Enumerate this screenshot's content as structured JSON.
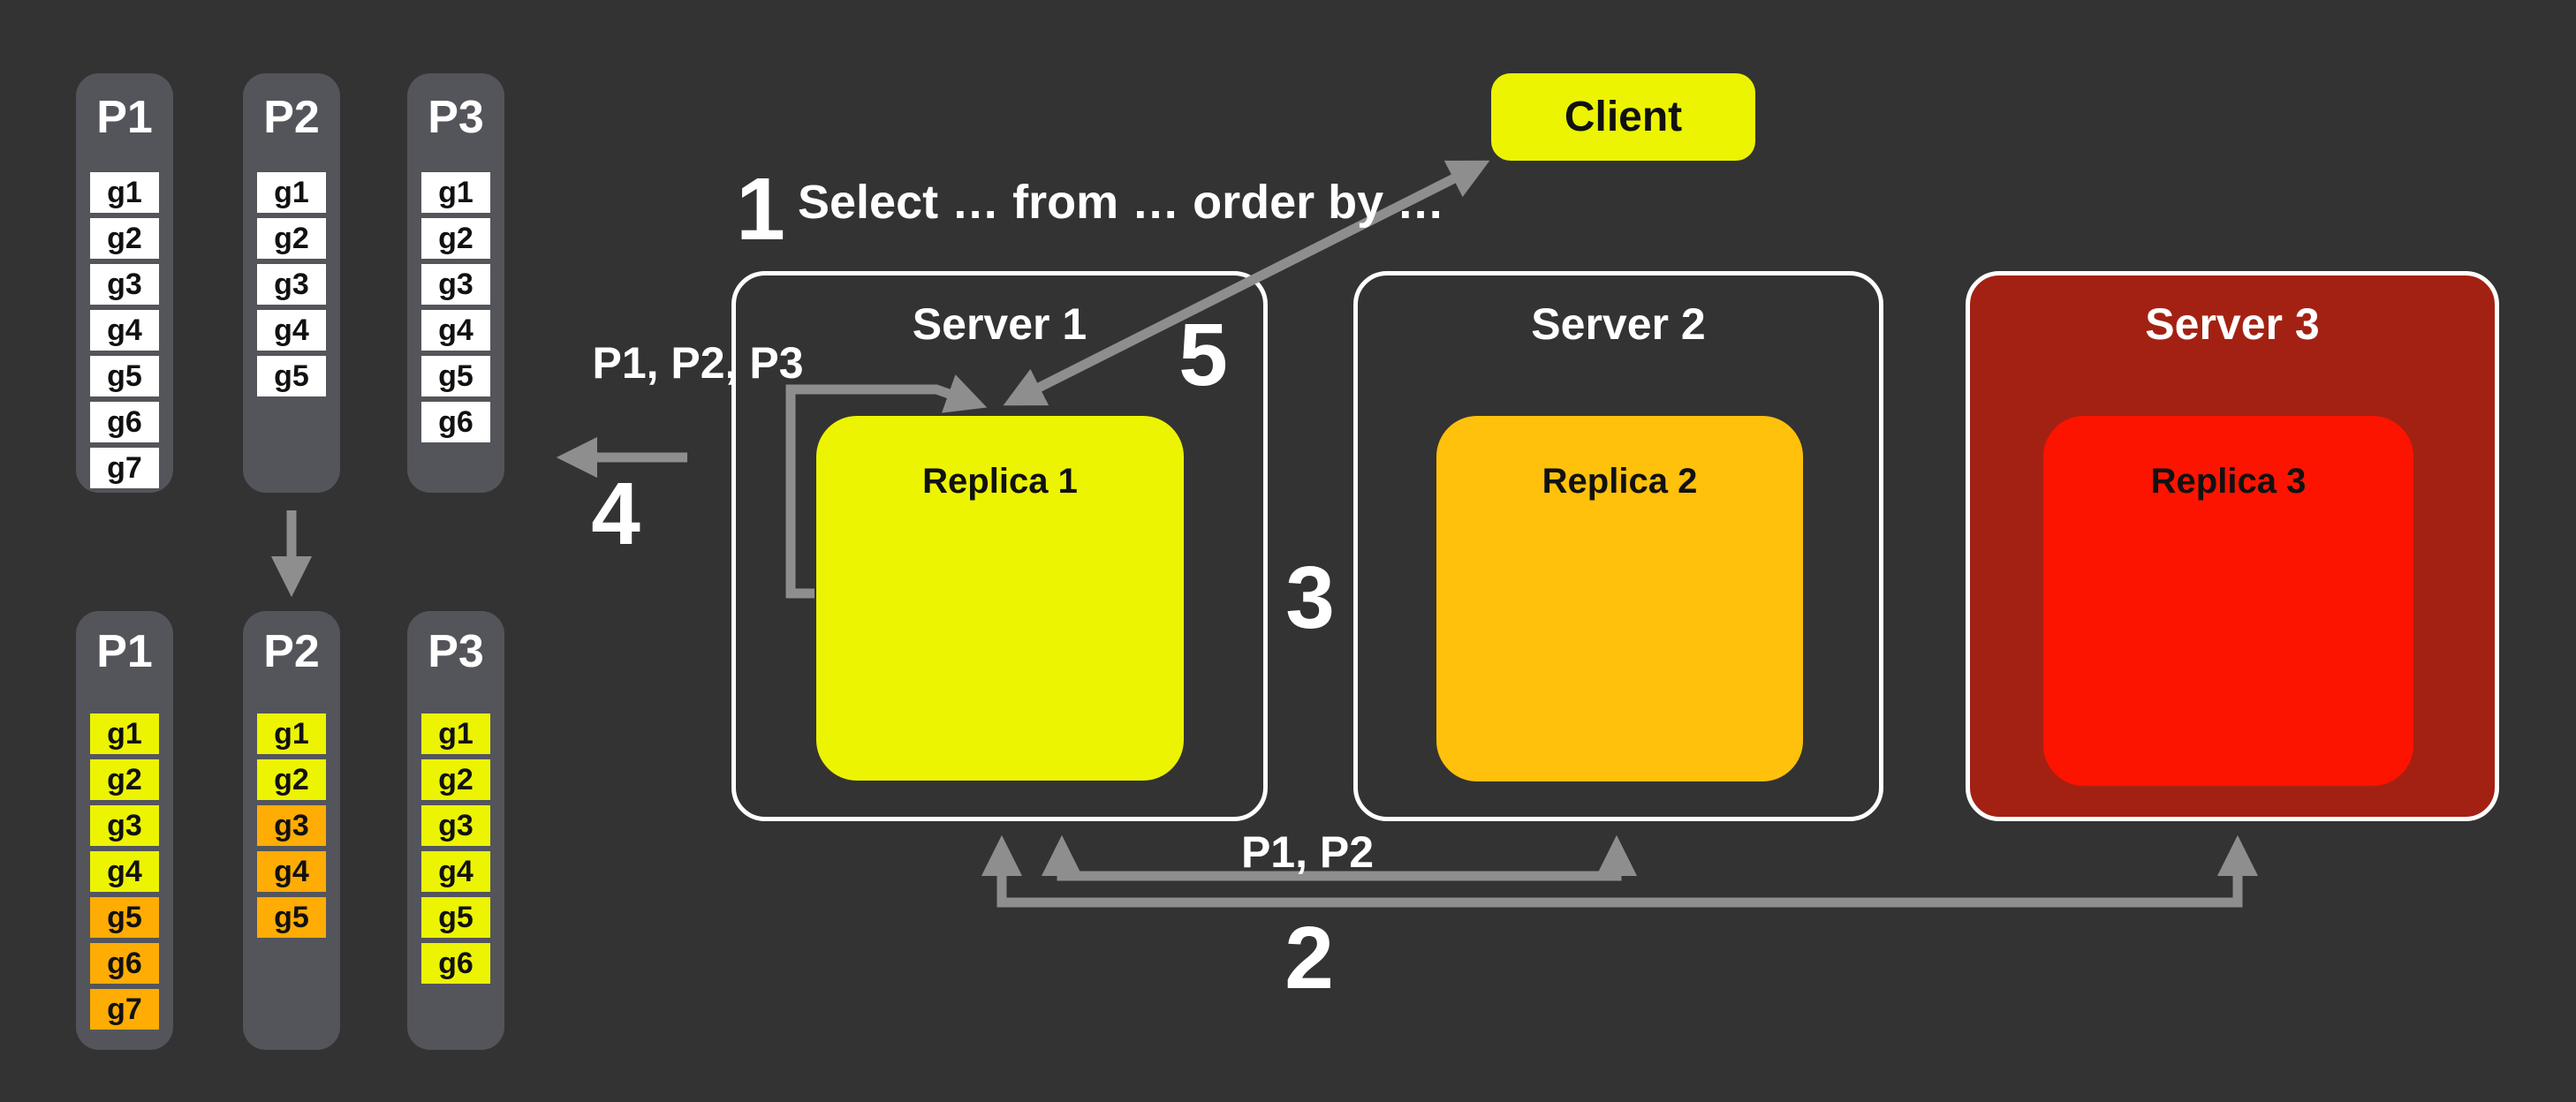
{
  "colors": {
    "background": "#333333",
    "panel_gray": "#54555a",
    "cell_white": "#ffffff",
    "yellow": "#ecf402",
    "orange": "#ffac04",
    "amber": "#ffc10b",
    "red": "#fc1400",
    "dark_red": "#a32113",
    "arrow_gray": "#8e8e8e",
    "server_border": "#ffffff",
    "text_light": "#ffffff",
    "text_dark": "#111111"
  },
  "partitions_before": {
    "p1": {
      "title": "P1",
      "cells": [
        {
          "label": "g1",
          "tone": "white"
        },
        {
          "label": "g2",
          "tone": "white"
        },
        {
          "label": "g3",
          "tone": "white"
        },
        {
          "label": "g4",
          "tone": "white"
        },
        {
          "label": "g5",
          "tone": "white"
        },
        {
          "label": "g6",
          "tone": "white"
        },
        {
          "label": "g7",
          "tone": "white"
        }
      ]
    },
    "p2": {
      "title": "P2",
      "cells": [
        {
          "label": "g1",
          "tone": "white"
        },
        {
          "label": "g2",
          "tone": "white"
        },
        {
          "label": "g3",
          "tone": "white"
        },
        {
          "label": "g4",
          "tone": "white"
        },
        {
          "label": "g5",
          "tone": "white"
        }
      ]
    },
    "p3": {
      "title": "P3",
      "cells": [
        {
          "label": "g1",
          "tone": "white"
        },
        {
          "label": "g2",
          "tone": "white"
        },
        {
          "label": "g3",
          "tone": "white"
        },
        {
          "label": "g4",
          "tone": "white"
        },
        {
          "label": "g5",
          "tone": "white"
        },
        {
          "label": "g6",
          "tone": "white"
        }
      ]
    }
  },
  "partitions_after": {
    "p1": {
      "title": "P1",
      "cells": [
        {
          "label": "g1",
          "tone": "yellow"
        },
        {
          "label": "g2",
          "tone": "yellow"
        },
        {
          "label": "g3",
          "tone": "yellow"
        },
        {
          "label": "g4",
          "tone": "yellow"
        },
        {
          "label": "g5",
          "tone": "orange"
        },
        {
          "label": "g6",
          "tone": "orange"
        },
        {
          "label": "g7",
          "tone": "orange"
        }
      ]
    },
    "p2": {
      "title": "P2",
      "cells": [
        {
          "label": "g1",
          "tone": "yellow"
        },
        {
          "label": "g2",
          "tone": "yellow"
        },
        {
          "label": "g3",
          "tone": "orange"
        },
        {
          "label": "g4",
          "tone": "orange"
        },
        {
          "label": "g5",
          "tone": "orange"
        }
      ]
    },
    "p3": {
      "title": "P3",
      "cells": [
        {
          "label": "g1",
          "tone": "yellow"
        },
        {
          "label": "g2",
          "tone": "yellow"
        },
        {
          "label": "g3",
          "tone": "yellow"
        },
        {
          "label": "g4",
          "tone": "yellow"
        },
        {
          "label": "g5",
          "tone": "yellow"
        },
        {
          "label": "g6",
          "tone": "yellow"
        }
      ]
    }
  },
  "client": {
    "label": "Client"
  },
  "servers": {
    "server1": {
      "title": "Server 1",
      "replica_label": "Replica 1"
    },
    "server2": {
      "title": "Server 2",
      "replica_label": "Replica 2"
    },
    "server3": {
      "title": "Server 3",
      "replica_label": "Replica 3"
    }
  },
  "steps": {
    "step1_number": "1",
    "step1_label": "Select … from … order by …",
    "step2_number": "2",
    "step3_number": "3",
    "step4_number": "4",
    "step5_number": "5"
  },
  "arrow_labels": {
    "server1_partitions": "P1, P2, P3",
    "scatter_partitions": "P1, P2"
  }
}
